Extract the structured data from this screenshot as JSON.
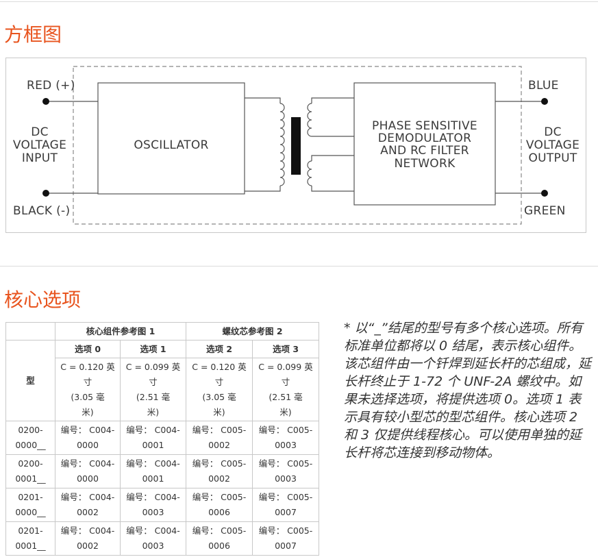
{
  "block_diagram": {
    "title": "方框图",
    "labels": {
      "red": "RED (+)",
      "dc_in_1": "DC",
      "dc_in_2": "VOLTAGE",
      "dc_in_3": "INPUT",
      "black": "BLACK (-)",
      "oscillator": "OSCILLATOR",
      "demod_1": "PHASE SENSITIVE",
      "demod_2": "DEMODULATOR",
      "demod_3": "AND RC FILTER",
      "demod_4": "NETWORK",
      "blue": "BLUE",
      "dc_out_1": "DC",
      "dc_out_2": "VOLTAGE",
      "dc_out_3": "OUTPUT",
      "green": "GREEN"
    }
  },
  "core_options": {
    "title": "核心选项",
    "table": {
      "group_headers": [
        "核心组件参考图 1",
        "螺纹芯参考图 2"
      ],
      "type_header": "型",
      "option_headers": [
        "选项 0",
        "选项 1",
        "选项 2",
        "选项 3"
      ],
      "specs": [
        [
          "C = 0.120 英",
          "寸",
          "(3.05 毫",
          "米)"
        ],
        [
          "C = 0.099 英",
          "寸",
          "(2.51 毫",
          "米)"
        ],
        [
          "C = 0.120 英",
          "寸",
          "(3.05 毫",
          "米)"
        ],
        [
          "C = 0.099 英",
          "寸",
          "(2.51 毫",
          "米)"
        ]
      ],
      "rows": [
        {
          "model": [
            "0200-",
            "0000__"
          ],
          "cells": [
            [
              "编号： C004-",
              "0000"
            ],
            [
              "编号： C004-",
              "0001"
            ],
            [
              "编号： C005-",
              "0002"
            ],
            [
              "编号： C005-",
              "0003"
            ]
          ]
        },
        {
          "model": [
            "0200-",
            "0001__"
          ],
          "cells": [
            [
              "编号： C004-",
              "0000"
            ],
            [
              "编号： C004-",
              "0001"
            ],
            [
              "编号： C005-",
              "0002"
            ],
            [
              "编号： C005-",
              "0003"
            ]
          ]
        },
        {
          "model": [
            "0201-",
            "0000__"
          ],
          "cells": [
            [
              "编号： C004-",
              "0002"
            ],
            [
              "编号： C004-",
              "0003"
            ],
            [
              "编号： C005-",
              "0006"
            ],
            [
              "编号： C005-",
              "0007"
            ]
          ]
        },
        {
          "model": [
            "0201-",
            "0001__"
          ],
          "cells": [
            [
              "编号： C004-",
              "0002"
            ],
            [
              "编号： C004-",
              "0003"
            ],
            [
              "编号： C005-",
              "0006"
            ],
            [
              "编号： C005-",
              "0007"
            ]
          ]
        }
      ]
    },
    "note": "* 以“_”结尾的型号有多个核心选项。所有标准单位都将以 0 结尾，表示核心组件。该芯组件由一个钎焊到延长杆的芯组成，延长杆终止于 1-72 个 UNF-2A 螺纹中。如果未选择选项，将提供选项 0。选项 1 表示具有较小型芯的型芯组件。核心选项 2 和 3 仅提供线程核心。可以使用单独的延长杆将芯连接到移动物体。"
  },
  "colors": {
    "title_accent": "#e8541e",
    "rule": "#dcdcdc",
    "border": "#c8c8c8",
    "ink": "#333333"
  }
}
